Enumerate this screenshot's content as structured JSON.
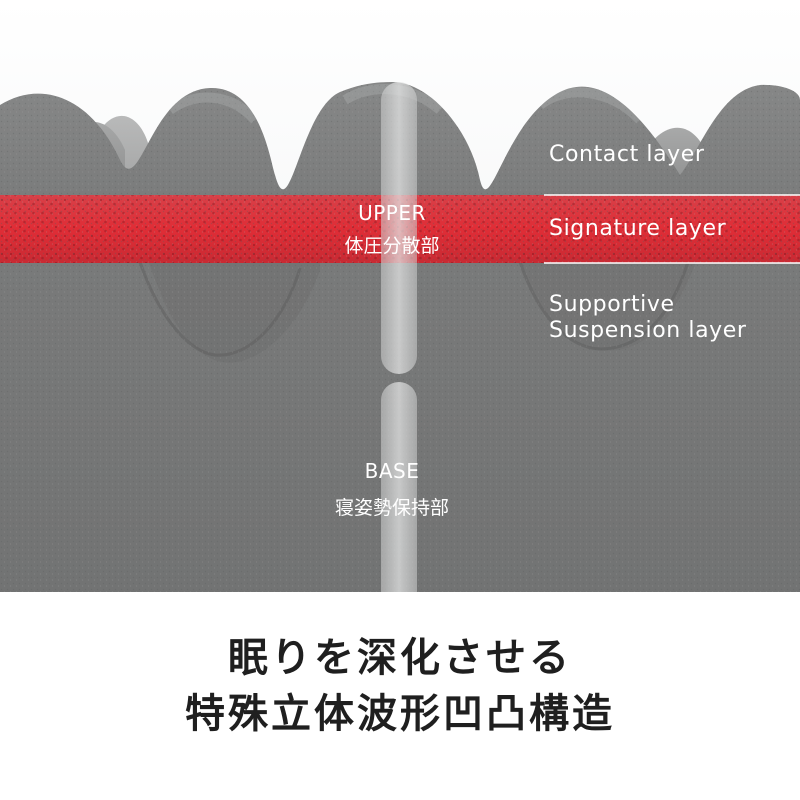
{
  "layers": {
    "contact": "Contact layer",
    "signature": "Signature layer",
    "supportive_1": "Supportive",
    "supportive_2": "Suspension layer"
  },
  "zones": {
    "upper_title": "UPPER",
    "upper_sub": "体圧分散部",
    "base_title": "BASE",
    "base_sub": "寝姿勢保持部"
  },
  "headline": {
    "line1": "眠りを深化させる",
    "line2": "特殊立体波形凹凸構造"
  },
  "colors": {
    "foam_gray": "#7b7c7c",
    "accent_red": "#e03038",
    "background": "#ffffff",
    "headline_text": "#1f1f1f"
  }
}
